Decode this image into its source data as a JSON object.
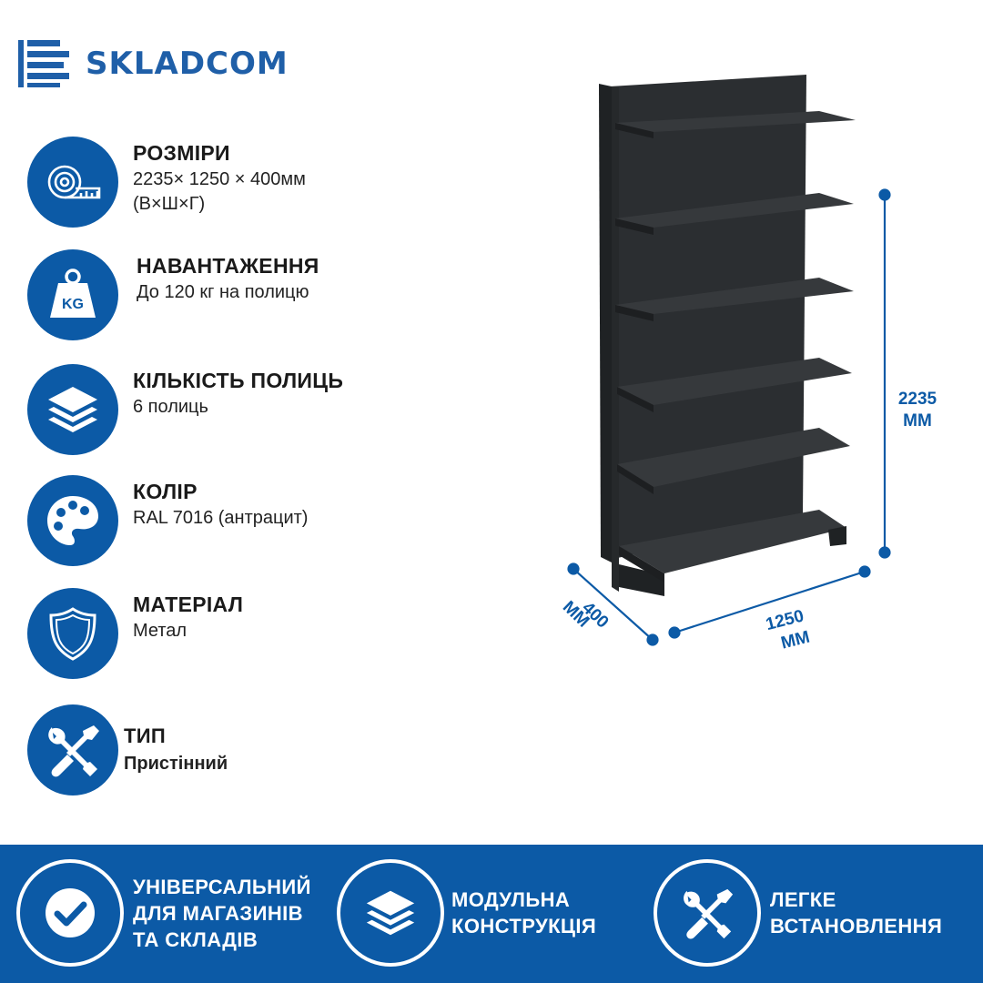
{
  "brand": {
    "name": "SKLADCOM",
    "color": "#1f5fa8"
  },
  "accent_color": "#0c5aa6",
  "features": [
    {
      "icon": "tape-measure-icon",
      "title": "РОЗМІРИ",
      "value_lines": [
        "2235× 1250 × 400мм",
        "(В×Ш×Г)"
      ]
    },
    {
      "icon": "weight-kg-icon",
      "title": "НАВАНТАЖЕННЯ",
      "value_lines": [
        "До 120 кг на полицю"
      ]
    },
    {
      "icon": "layers-icon",
      "title": "КІЛЬКІСТЬ ПОЛИЦЬ",
      "value_lines": [
        "6 полиць"
      ]
    },
    {
      "icon": "palette-icon",
      "title": "КОЛІР",
      "value_lines": [
        "RAL 7016 (антрацит)"
      ]
    },
    {
      "icon": "shield-icon",
      "title": "МАТЕРІАЛ",
      "value_lines": [
        "Метал"
      ]
    },
    {
      "icon": "tools-icon",
      "title": "ТИП",
      "value_lines": [
        "Пристінний"
      ]
    }
  ],
  "dimensions": {
    "height": {
      "value": "2235",
      "unit": "ММ"
    },
    "width": {
      "value": "1250",
      "unit": "ММ"
    },
    "depth": {
      "value": "400",
      "unit": "ММ"
    }
  },
  "product_image": {
    "icon": "wall-shelving-unit-icon",
    "shelf_count": 6,
    "color": "#2b2e31"
  },
  "benefits": [
    {
      "icon": "checkmark-icon",
      "lines": [
        "УНІВЕРСАЛЬНИЙ",
        "ДЛЯ МАГАЗИНІВ",
        "ТА СКЛАДІВ"
      ]
    },
    {
      "icon": "layers-icon",
      "lines": [
        "МОДУЛЬНА",
        "КОНСТРУКЦІЯ"
      ]
    },
    {
      "icon": "tools-icon",
      "lines": [
        "ЛЕГКЕ",
        "ВСТАНОВЛЕННЯ"
      ]
    }
  ]
}
